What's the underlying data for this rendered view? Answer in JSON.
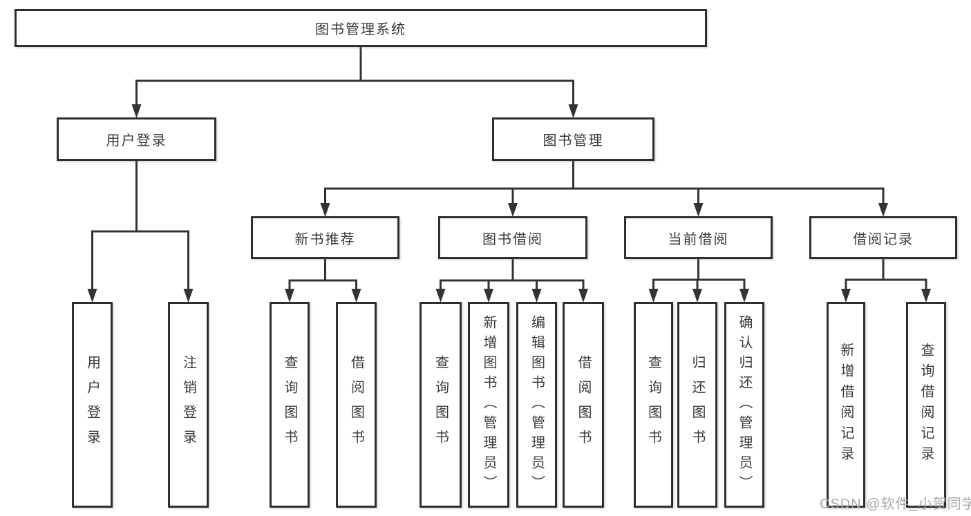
{
  "diagram": {
    "title": "图书管理系统",
    "watermark": "CSDN @软件_小贺同学",
    "colors": {
      "line": "#333333",
      "box_border": "#2e2e2e",
      "text": "#3a3a3a",
      "watermark": "#a9a9a9",
      "background": "#ffffff"
    },
    "nodes": [
      {
        "id": "root",
        "label": "图书管理系统",
        "level": 1,
        "parent": null
      },
      {
        "id": "user-login",
        "label": "用户登录",
        "level": 2,
        "parent": "root"
      },
      {
        "id": "book-mgmt",
        "label": "图书管理",
        "level": 2,
        "parent": "root"
      },
      {
        "id": "new-book-rec",
        "label": "新书推荐",
        "level": 3,
        "parent": "book-mgmt"
      },
      {
        "id": "book-borrow",
        "label": "图书借阅",
        "level": 3,
        "parent": "book-mgmt"
      },
      {
        "id": "current-borrow",
        "label": "当前借阅",
        "level": 3,
        "parent": "book-mgmt"
      },
      {
        "id": "borrow-record",
        "label": "借阅记录",
        "level": 3,
        "parent": "book-mgmt"
      },
      {
        "id": "leaf-user-login",
        "label": "用户登录",
        "level": 4,
        "parent": "user-login"
      },
      {
        "id": "leaf-logout",
        "label": "注销登录",
        "level": 4,
        "parent": "user-login"
      },
      {
        "id": "leaf-nbr-query",
        "label": "查询图书",
        "level": 4,
        "parent": "new-book-rec"
      },
      {
        "id": "leaf-nbr-borrow",
        "label": "借阅图书",
        "level": 4,
        "parent": "new-book-rec"
      },
      {
        "id": "leaf-bb-query",
        "label": "查询图书",
        "level": 4,
        "parent": "book-borrow"
      },
      {
        "id": "leaf-bb-add",
        "label": "新增图书（管理员）",
        "level": 4,
        "parent": "book-borrow"
      },
      {
        "id": "leaf-bb-edit",
        "label": "编辑图书（管理员）",
        "level": 4,
        "parent": "book-borrow"
      },
      {
        "id": "leaf-bb-borrow",
        "label": "借阅图书",
        "level": 4,
        "parent": "book-borrow"
      },
      {
        "id": "leaf-cb-query",
        "label": "查询图书",
        "level": 4,
        "parent": "current-borrow"
      },
      {
        "id": "leaf-cb-return",
        "label": "归还图书",
        "level": 4,
        "parent": "current-borrow"
      },
      {
        "id": "leaf-cb-confirm",
        "label": "确认归还（管理员）",
        "level": 4,
        "parent": "current-borrow"
      },
      {
        "id": "leaf-br-add",
        "label": "新增借阅记录",
        "level": 4,
        "parent": "borrow-record"
      },
      {
        "id": "leaf-br-query",
        "label": "查询借阅记录",
        "level": 4,
        "parent": "borrow-record"
      }
    ]
  }
}
